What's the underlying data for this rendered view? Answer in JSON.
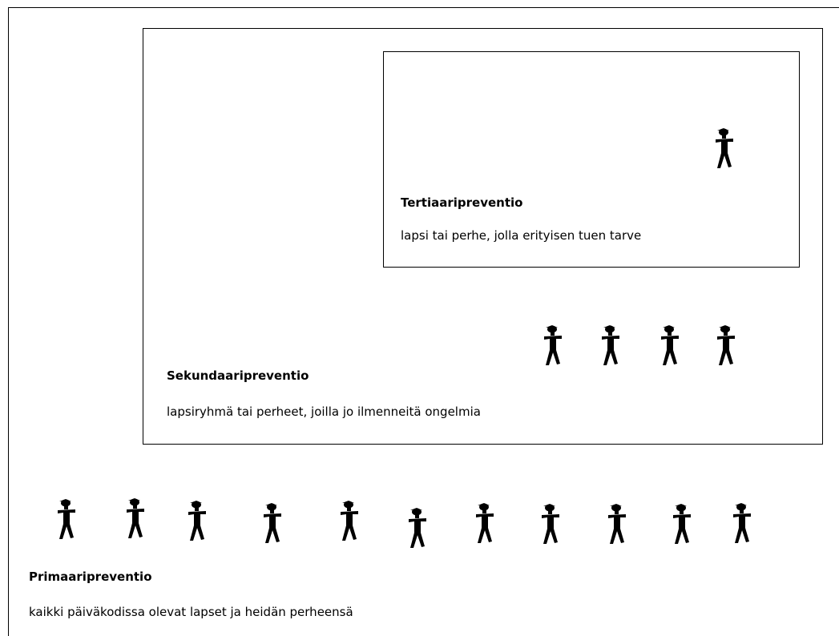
{
  "levels": {
    "tertiary": {
      "title": "Tertiaaripreventio",
      "description": "lapsi tai perhe, jolla erityisen tuen tarve",
      "figure_count": 1
    },
    "secondary": {
      "title": "Sekundaaripreventio",
      "description": "lapsiryhmä tai perheet, joilla jo ilmenneitä ongelmia",
      "figure_count": 4
    },
    "primary": {
      "title": "Primaaripreventio",
      "description": "kaikki päiväkodissa olevat lapset ja heidän perheensä",
      "figure_count": 11
    }
  },
  "icons": {
    "figure": "child-figure-icon"
  }
}
